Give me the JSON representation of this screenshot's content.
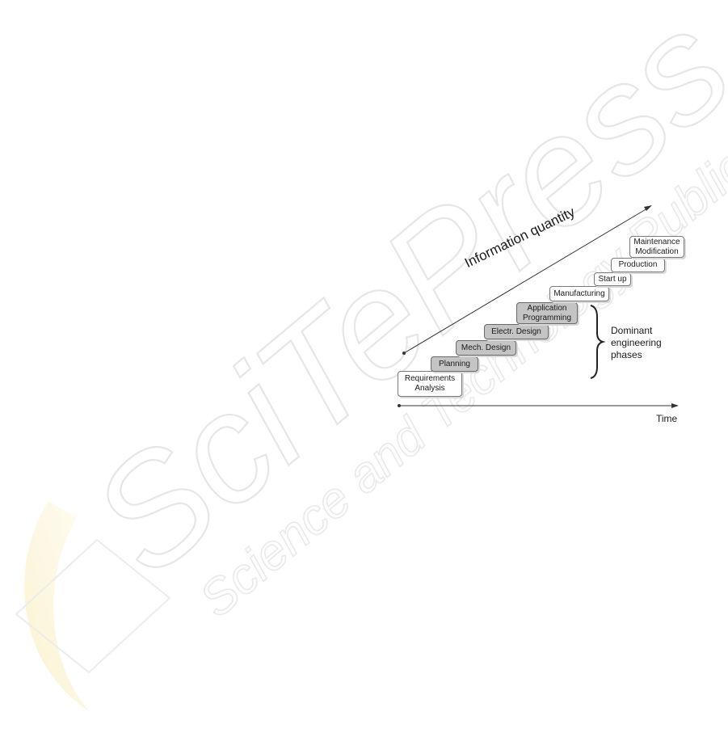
{
  "watermark": {
    "logo_text": "SciTePress",
    "tagline": "Science and Technology Publications"
  },
  "diagram": {
    "y_axis_label": "Information quantity",
    "x_axis_label": "Time",
    "bracket_label": [
      "Dominant",
      "engineering",
      "phases"
    ],
    "phases": [
      {
        "lines": [
          "Requirements",
          "Analysis"
        ],
        "dominant": false
      },
      {
        "lines": [
          "Planning"
        ],
        "dominant": true
      },
      {
        "lines": [
          "Mech. Design"
        ],
        "dominant": true
      },
      {
        "lines": [
          "Electr. Design"
        ],
        "dominant": true
      },
      {
        "lines": [
          "Application",
          "Programming"
        ],
        "dominant": true
      },
      {
        "lines": [
          "Manufacturing"
        ],
        "dominant": false
      },
      {
        "lines": [
          "Start up"
        ],
        "dominant": false
      },
      {
        "lines": [
          "Production"
        ],
        "dominant": false
      },
      {
        "lines": [
          "Maintenance",
          "Modification"
        ],
        "dominant": false
      }
    ]
  }
}
